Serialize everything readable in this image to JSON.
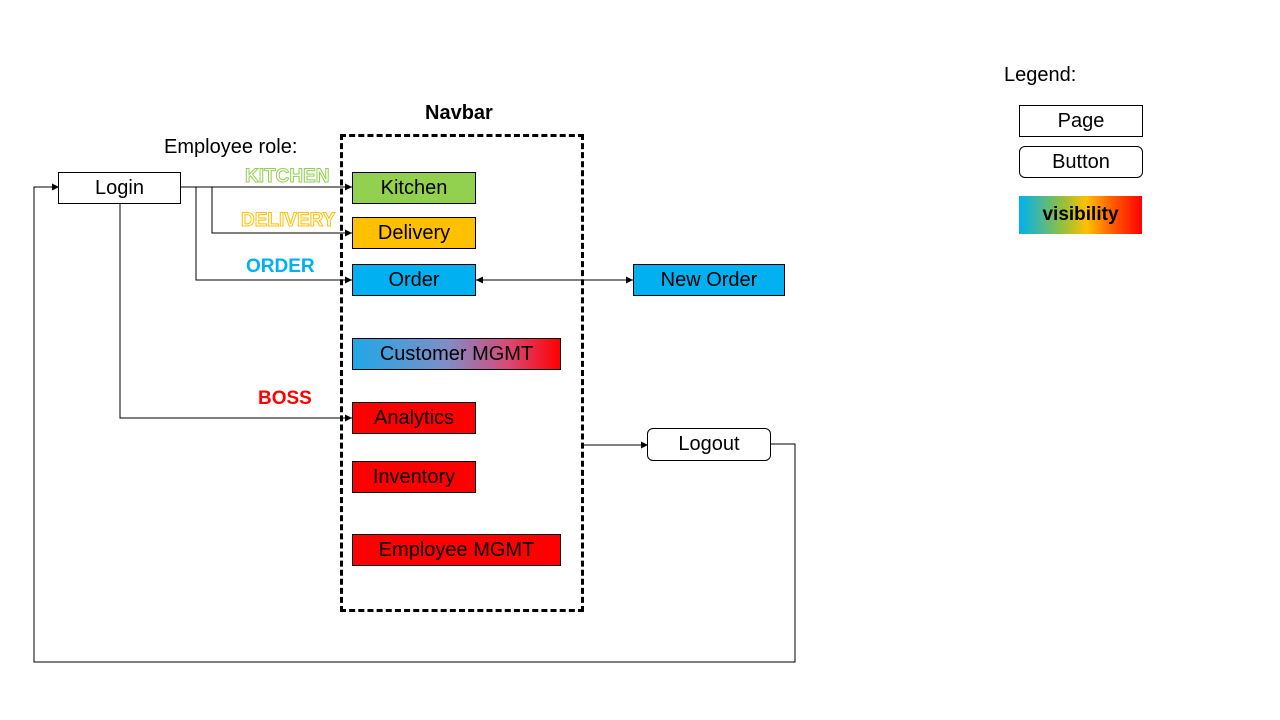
{
  "colors": {
    "kitchen": "#92D050",
    "delivery": "#FFC000",
    "order": "#00B0F0",
    "boss": "#FF0000",
    "line": "#000000"
  },
  "navbar": {
    "title": "Navbar",
    "items": {
      "kitchen": "Kitchen",
      "delivery": "Delivery",
      "order": "Order",
      "customer_mgmt": "Customer MGMT",
      "analytics": "Analytics",
      "inventory": "Inventory",
      "employee_mgmt": "Employee MGMT"
    }
  },
  "pages": {
    "login": "Login",
    "new_order": "New Order"
  },
  "buttons": {
    "logout": "Logout"
  },
  "employee_role": {
    "label": "Employee role:",
    "kitchen": "KITCHEN",
    "delivery": "DELIVERY",
    "order": "ORDER",
    "boss": "BOSS"
  },
  "legend": {
    "title": "Legend:",
    "page": "Page",
    "button": "Button",
    "visibility": "visibility"
  }
}
